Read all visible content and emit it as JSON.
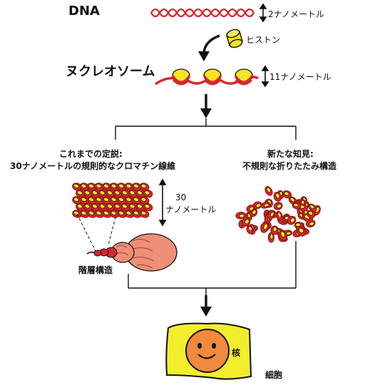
{
  "dna": {
    "title": "DNA",
    "size_label": "2ナノメートル"
  },
  "histone": {
    "label": "ヒストン"
  },
  "nucleosome": {
    "title": "ヌクレオソーム",
    "size_label": "11ナノメートル"
  },
  "old_theory": {
    "line1": "これまでの定説:",
    "line2": "30ナノメートルの規則的なクロマチン線維"
  },
  "new_theory": {
    "line1": "新たな知見:",
    "line2": "不規則な折りたたみ構造"
  },
  "fiber_size": {
    "line1": "30",
    "line2": "ナノメートル"
  },
  "hierarchy": {
    "label": "階層構造"
  },
  "nucleus": {
    "label": "核"
  },
  "cell": {
    "label": "細胞"
  },
  "colors": {
    "red": "#d7262e",
    "dark_red": "#8b0f14",
    "yellow": "#f4e623",
    "cell_fill": "#f3ee2b",
    "nucleus_fill": "#f08a3c",
    "salmon": "#ee8f78"
  }
}
